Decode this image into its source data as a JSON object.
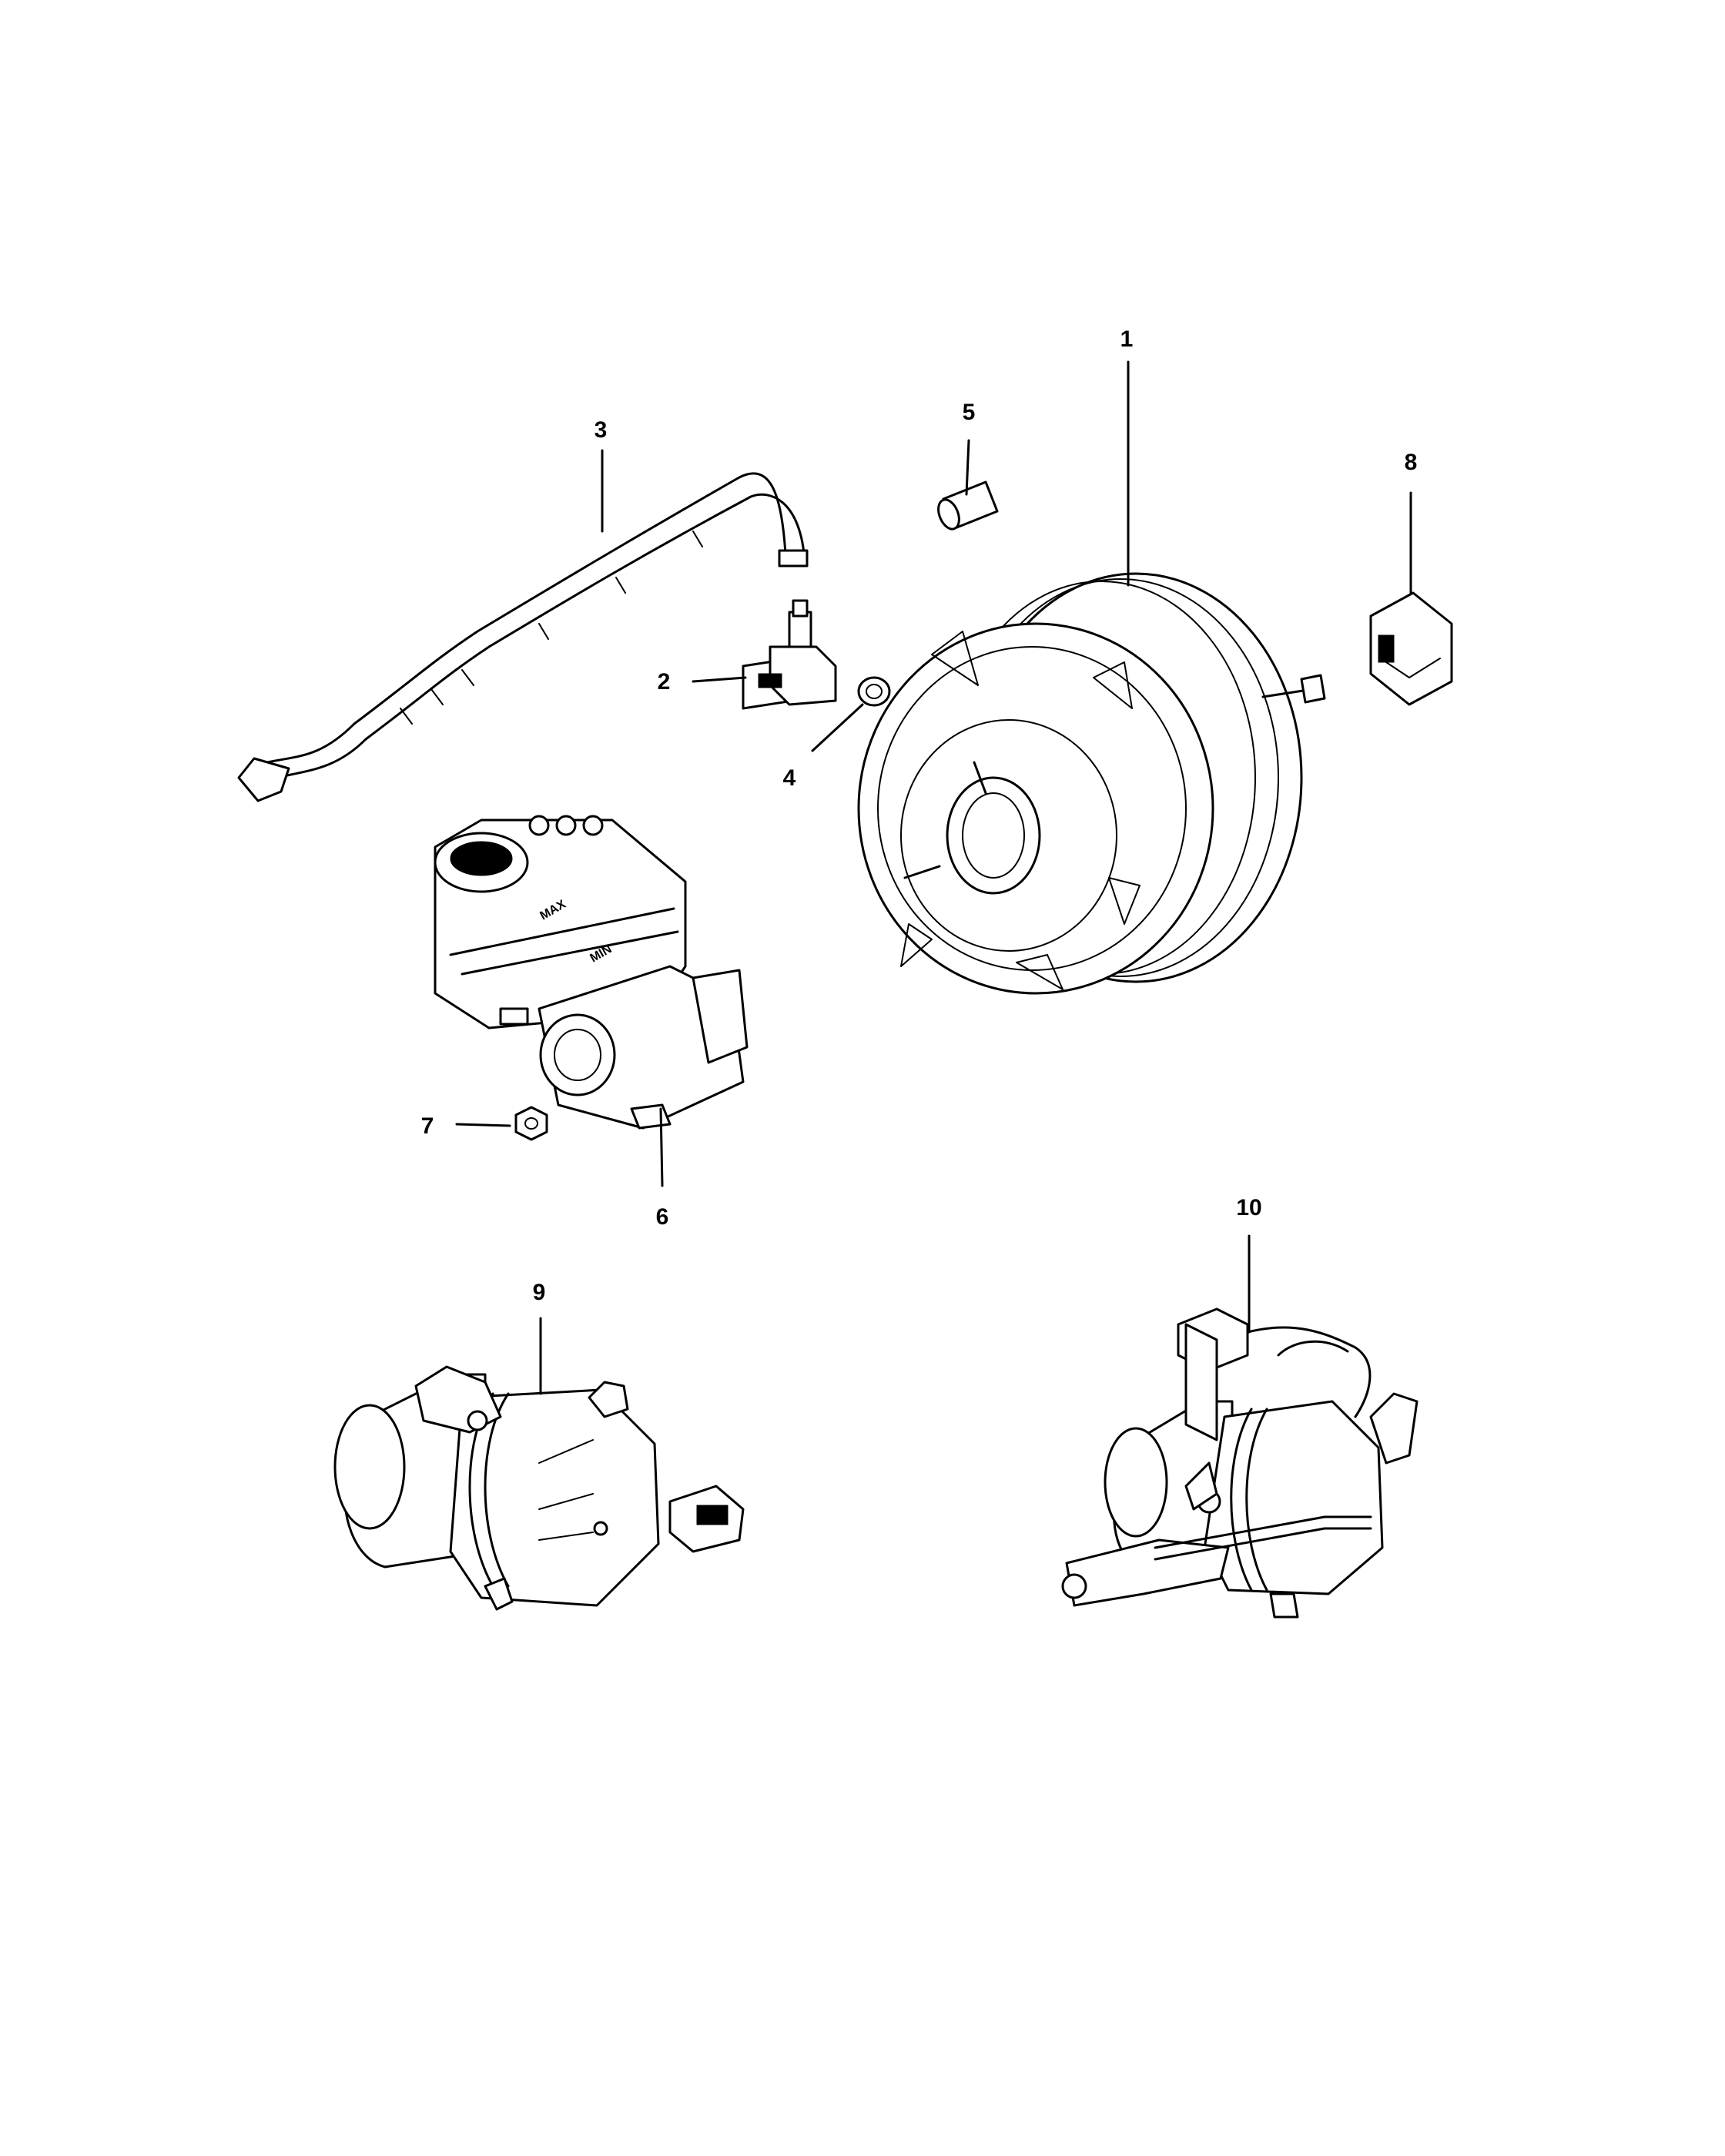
{
  "callouts": [
    {
      "id": "1",
      "text": "1"
    },
    {
      "id": "2",
      "text": "2"
    },
    {
      "id": "3",
      "text": "3"
    },
    {
      "id": "4",
      "text": "4"
    },
    {
      "id": "5",
      "text": "5"
    },
    {
      "id": "6",
      "text": "6"
    },
    {
      "id": "7",
      "text": "7"
    },
    {
      "id": "8",
      "text": "8"
    },
    {
      "id": "9",
      "text": "9"
    },
    {
      "id": "10",
      "text": "10"
    }
  ],
  "reservoir_markings": {
    "max": "MAX",
    "min": "MIN"
  },
  "colors": {
    "line": "#000000",
    "background": "#ffffff"
  }
}
